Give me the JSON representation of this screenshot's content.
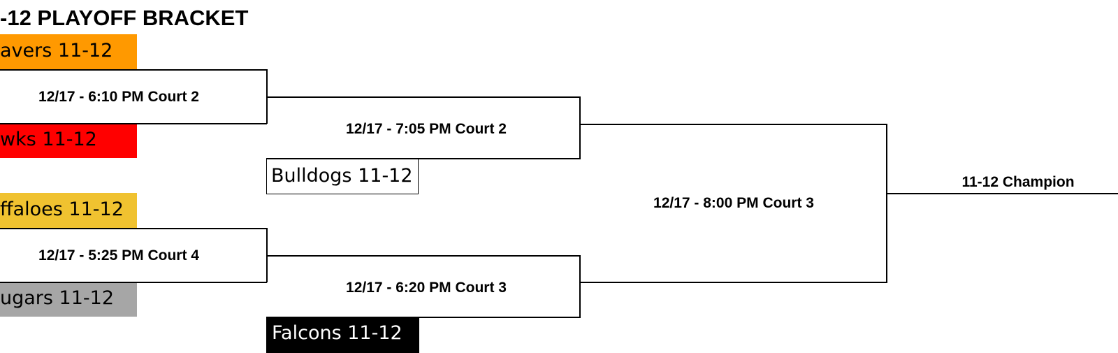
{
  "title": "-12 PLAYOFF BRACKET",
  "colors": {
    "orange": "#FF9900",
    "red": "#FF0000",
    "yellow": "#F0C230",
    "gray": "#A6A6A6",
    "black": "#000000",
    "white": "#FFFFFF"
  },
  "teams": {
    "beavers": {
      "label": "avers 11-12",
      "color": "#FF9900"
    },
    "hawks": {
      "label": "wks 11-12",
      "color": "#FF0000"
    },
    "buffaloes": {
      "label": "ffaloes 11-12",
      "color": "#F0C230"
    },
    "cougars": {
      "label": "ugars 11-12",
      "color": "#A6A6A6"
    },
    "bulldogs": {
      "label": "Bulldogs 11-12",
      "color": "#FFFFFF"
    },
    "falcons": {
      "label": "Falcons 11-12",
      "color": "#000000"
    }
  },
  "games": {
    "game1": "12/17 - 6:10 PM Court 2",
    "game2": "12/17 - 5:25 PM Court 4",
    "game3": "12/17 - 7:05 PM Court 2",
    "game4": "12/17 - 6:20 PM Court 3",
    "final": "12/17 - 8:00 PM Court 3"
  },
  "champion": "11-12 Champion"
}
